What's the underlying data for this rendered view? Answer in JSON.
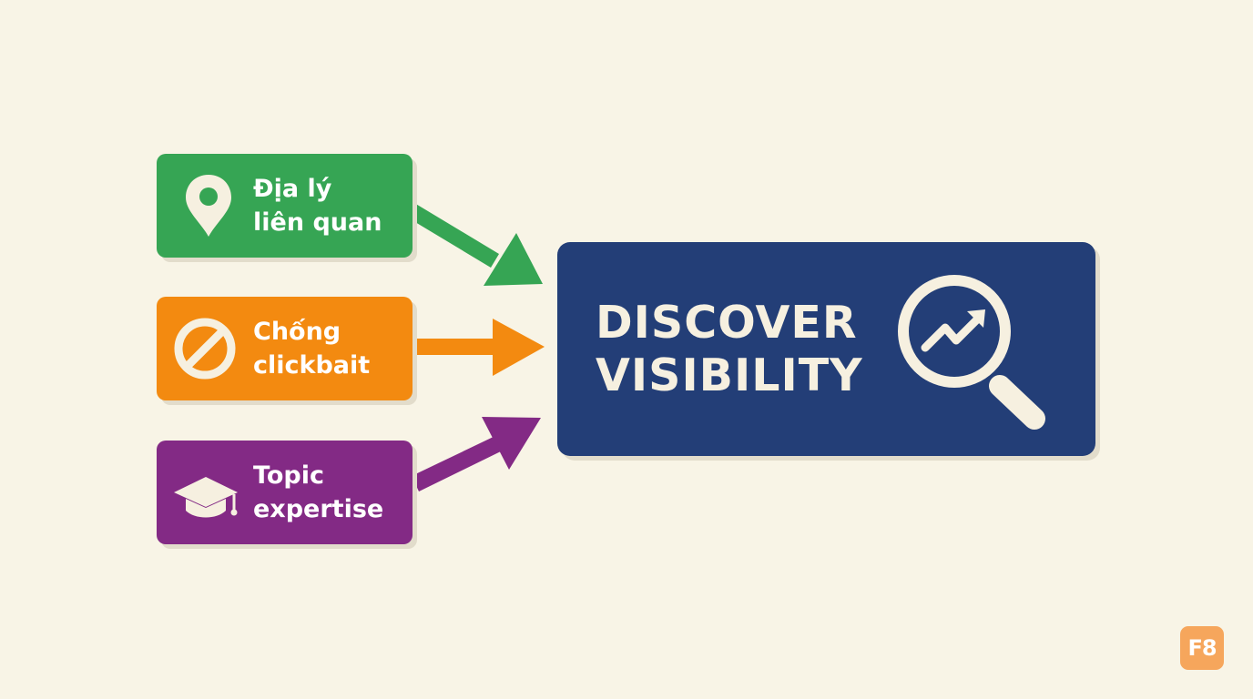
{
  "colors": {
    "background": "#f8f4e6",
    "geo": "#36a554",
    "clickbait": "#f38a10",
    "topic": "#832a85",
    "target": "#233e77",
    "badge": "#f6a65c"
  },
  "inputs": [
    {
      "id": "geo",
      "icon": "location-pin-icon",
      "lines": [
        "Địa lý",
        "liên quan"
      ]
    },
    {
      "id": "clickbait",
      "icon": "prohibited-icon",
      "lines": [
        "Chống",
        "clickbait"
      ]
    },
    {
      "id": "topic",
      "icon": "graduation-cap-icon",
      "lines": [
        "Topic",
        "expertise"
      ]
    }
  ],
  "target": {
    "lines": [
      "DISCOVER",
      "VISIBILITY"
    ],
    "icon": "magnifier-trend-icon"
  },
  "badge": {
    "text": "F8"
  }
}
